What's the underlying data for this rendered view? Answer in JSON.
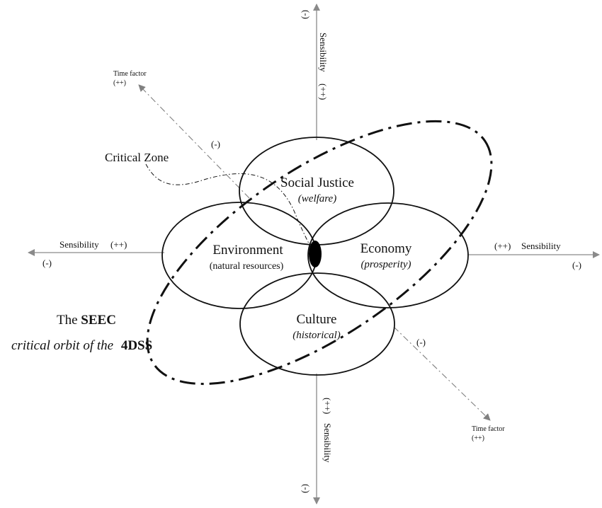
{
  "colors": {
    "ink": "#111111",
    "axis": "#8a8a8a",
    "time_axis": "#808080",
    "core": "#000000"
  },
  "axes": {
    "top": {
      "sign": "(-)",
      "label": "Sensibility",
      "level": "(++)"
    },
    "bottom": {
      "sign": "(-)",
      "label": "Sensibility",
      "level": "(++)"
    },
    "left": {
      "sign": "(-)",
      "label": "Sensibility",
      "level": "(++)"
    },
    "right": {
      "sign": "(-)",
      "label": "Sensibility",
      "level": "(++)"
    }
  },
  "time_axes": {
    "upper_left": {
      "label": "Time factor",
      "level": "(++)",
      "sign": "(-)"
    },
    "lower_right": {
      "label": "Time factor",
      "level": "(++)",
      "sign": "(-)"
    }
  },
  "critical_zone": {
    "label": "Critical Zone"
  },
  "circles": {
    "social": {
      "title": "Social Justice",
      "subtitle": "(welfare)"
    },
    "environment": {
      "title": "Environment",
      "subtitle": "(natural resources)"
    },
    "economy": {
      "title": "Economy",
      "subtitle": "(prosperity)"
    },
    "culture": {
      "title": "Culture",
      "subtitle": "(historical)"
    }
  },
  "orbit_caption": {
    "line1_prefix": "The ",
    "line1_bold": "SEEC",
    "line2_italic": "critical orbit of the ",
    "line2_bold": "4DSS"
  }
}
